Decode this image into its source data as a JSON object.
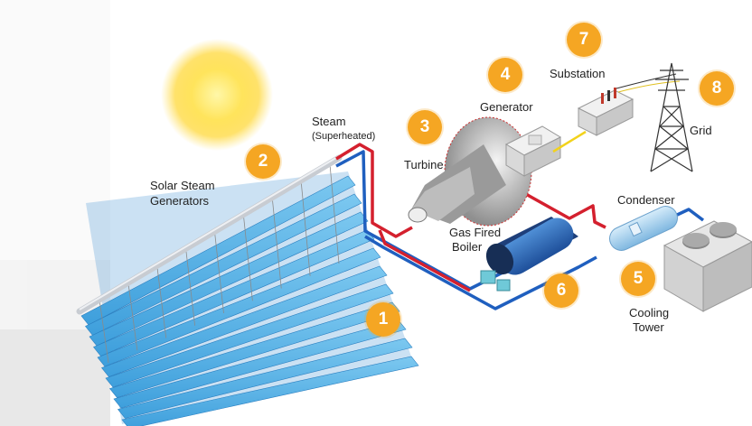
{
  "labels": {
    "steam": "Steam",
    "superheated": "(Superheated)",
    "solar_steam_generators_1": "Solar Steam",
    "solar_steam_generators_2": "Generators",
    "turbine": "Turbine",
    "generator": "Generator",
    "substation": "Substation",
    "grid": "Grid",
    "condenser": "Condenser",
    "gas_fired_boiler_1": "Gas Fired",
    "gas_fired_boiler_2": "Boiler",
    "cooling_tower_1": "Cooling",
    "cooling_tower_2": "Tower"
  },
  "badges": {
    "b1": "1",
    "b2": "2",
    "b3": "3",
    "b4": "4",
    "b5": "5",
    "b6": "6",
    "b7": "7",
    "b8": "8"
  },
  "colors": {
    "badge": "#f5a623",
    "hot_pipe": "#d4202e",
    "cold_pipe": "#1f5fbf",
    "mirror": "#5bb4e8",
    "power_line": "#f2d21b"
  }
}
